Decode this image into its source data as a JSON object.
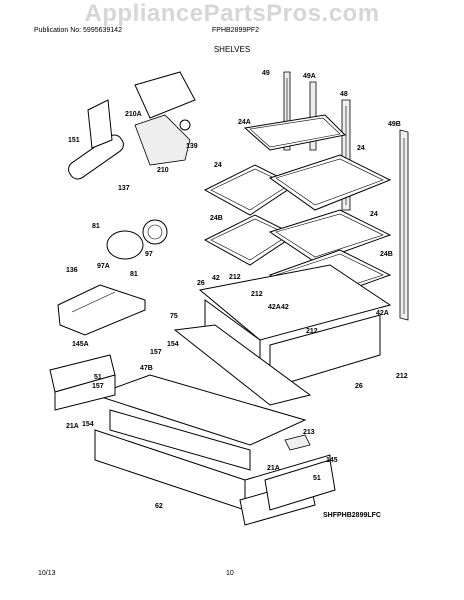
{
  "watermark": "AppliancePartsPros.com",
  "header": {
    "publication": "Publication No: 5995639142",
    "model": "FPHB2899PF2",
    "section": "SHELVES"
  },
  "footer": {
    "date": "10/13",
    "page": "10",
    "diagram_code": "SHFPHB2899LFC"
  },
  "callouts": [
    {
      "key": "c49",
      "text": "49"
    },
    {
      "key": "c49a",
      "text": "49A"
    },
    {
      "key": "c48",
      "text": "48"
    },
    {
      "key": "c49b",
      "text": "49B"
    },
    {
      "key": "c24a",
      "text": "24A"
    },
    {
      "key": "c24_1",
      "text": "24"
    },
    {
      "key": "c24_2",
      "text": "24"
    },
    {
      "key": "c24_3",
      "text": "24"
    },
    {
      "key": "c24b_1",
      "text": "24B"
    },
    {
      "key": "c24b_2",
      "text": "24B"
    },
    {
      "key": "c151",
      "text": "151"
    },
    {
      "key": "c210a",
      "text": "210A"
    },
    {
      "key": "c139",
      "text": "139"
    },
    {
      "key": "c210",
      "text": "210"
    },
    {
      "key": "c137",
      "text": "137"
    },
    {
      "key": "c81_1",
      "text": "81"
    },
    {
      "key": "c97",
      "text": "97"
    },
    {
      "key": "c97a",
      "text": "97A"
    },
    {
      "key": "c81_2",
      "text": "81"
    },
    {
      "key": "c136",
      "text": "136"
    },
    {
      "key": "c42_1",
      "text": "42"
    },
    {
      "key": "c212_1",
      "text": "212"
    },
    {
      "key": "c26_1",
      "text": "26"
    },
    {
      "key": "c212_2",
      "text": "212"
    },
    {
      "key": "c42a_1",
      "text": "42A"
    },
    {
      "key": "c42_2",
      "text": "42"
    },
    {
      "key": "c42a_2",
      "text": "42A"
    },
    {
      "key": "c212_3",
      "text": "212"
    },
    {
      "key": "c75",
      "text": "75"
    },
    {
      "key": "c154_1",
      "text": "154"
    },
    {
      "key": "c157_1",
      "text": "157"
    },
    {
      "key": "c145a",
      "text": "145A"
    },
    {
      "key": "c51_1",
      "text": "51"
    },
    {
      "key": "c157_2",
      "text": "157"
    },
    {
      "key": "c47b",
      "text": "47B"
    },
    {
      "key": "c26_2",
      "text": "26"
    },
    {
      "key": "c212_4",
      "text": "212"
    },
    {
      "key": "c21a_1",
      "text": "21A"
    },
    {
      "key": "c154_2",
      "text": "154"
    },
    {
      "key": "c213",
      "text": "213"
    },
    {
      "key": "c145",
      "text": "145"
    },
    {
      "key": "c21a_2",
      "text": "21A"
    },
    {
      "key": "c51_2",
      "text": "51"
    },
    {
      "key": "c62",
      "text": "62"
    }
  ]
}
